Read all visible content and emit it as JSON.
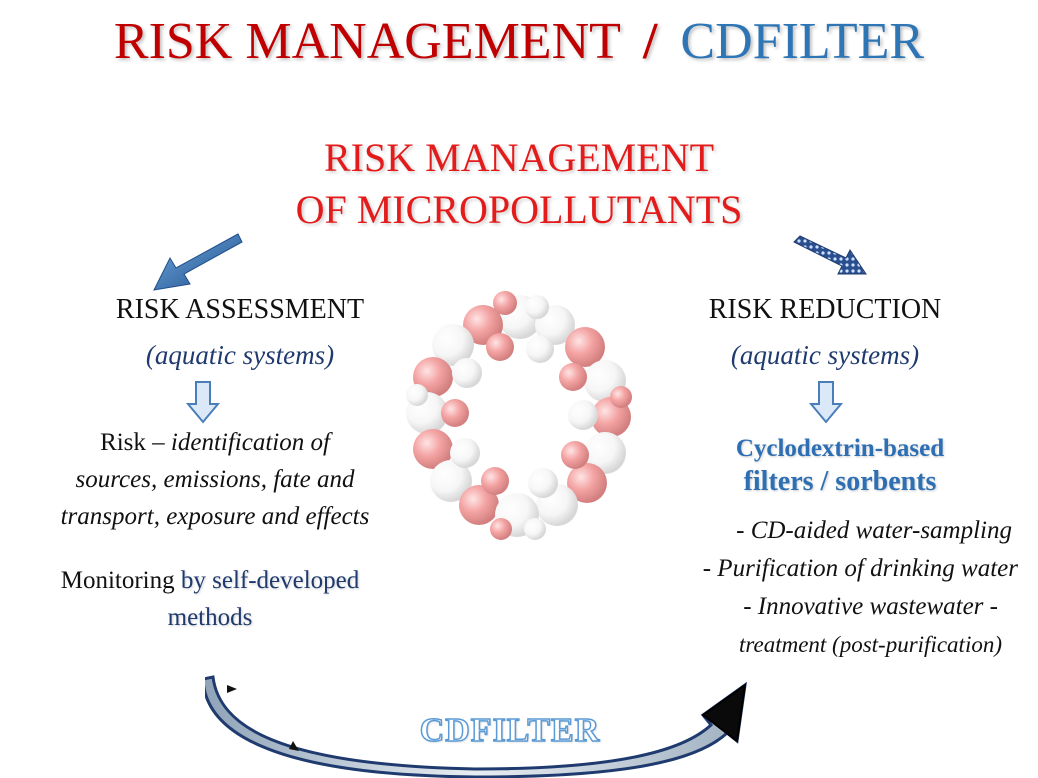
{
  "title": {
    "left": "RISK MANAGEMENT",
    "separator": "/",
    "right": "CDFILTER",
    "left_color": "#c00000",
    "right_color": "#2e75b6"
  },
  "subtitle": {
    "line1": "RISK MANAGEMENT",
    "line2": "OF MICROPOLLUTANTS",
    "color": "#e31b1b"
  },
  "assessment": {
    "heading": "RISK ASSESSMENT",
    "scope": "(aquatic systems)",
    "risk_prefix": "Risk – ",
    "risk_line1": "identification of",
    "risk_line2": "sources, emissions, fate and",
    "risk_line3": "transport, exposure and effects",
    "monitoring_prefix": "Monitoring ",
    "monitoring_emph1": "by self-developed",
    "monitoring_emph2": "methods"
  },
  "reduction": {
    "heading": "RISK REDUCTION",
    "scope": "(aquatic systems)",
    "filter_line1": "Cyclodextrin-based",
    "filter_line2": "filters / sorbents",
    "items": [
      "- CD-aided water-sampling",
      "- Purification of drinking water",
      "- Innovative wastewater -",
      "treatment (post-purification)"
    ]
  },
  "cycle_label": "CDFILTER",
  "icons": {
    "molecule": "cyclodextrin-molecule-image",
    "left_arrow": "blue-diagonal-arrow",
    "right_arrow": "dotted-diagonal-arrow",
    "down_arrows": "outline-down-arrow",
    "cycle_arrow": "curved-cycle-arrow"
  }
}
